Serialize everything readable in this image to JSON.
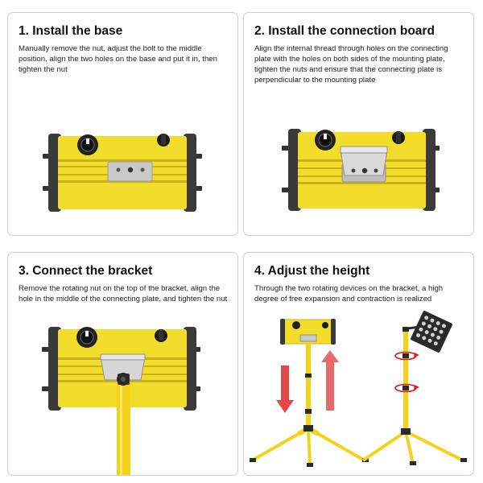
{
  "steps": [
    {
      "title": "1. Install the base",
      "description": "Manually remove the nut, adjust the bolt to the middle position, align the two holes on the base and put it in, then tighten the nut"
    },
    {
      "title": "2. Install the connection board",
      "description": "Align the internal thread through holes on the connecting plate with the holes on both sides of the mounting plate, tighten the nuts and ensure that the connecting plate is perpendicular to the mounting plate"
    },
    {
      "title": "3. Connect the bracket",
      "description": "Remove the rotating nut on the top of the bracket, align the hole in the middle of the connecting plate, and tighten the nut"
    },
    {
      "title": "4. Adjust the height",
      "description": "Through the two rotating devices on the bracket, a high degree of free expansion and contraction is realized"
    }
  ],
  "colors": {
    "housing_yellow": "#f2de2a",
    "housing_dark": "#3a3a3a",
    "plate_silver": "#c9c9c9",
    "tripod_yellow": "#f5d21a",
    "arrow_down_red": "#e24a4a",
    "arrow_up_red": "#e66a6a",
    "rotation_red": "#d62020"
  },
  "icons": [
    "timer-knob-icon",
    "switch-knob-icon",
    "down-arrow-icon",
    "up-arrow-icon",
    "rotation-arrow-icon"
  ]
}
